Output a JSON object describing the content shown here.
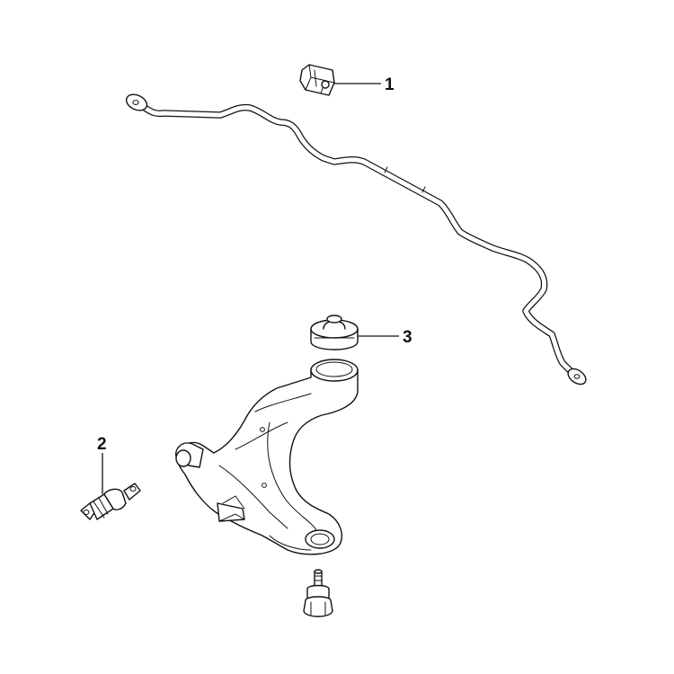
{
  "callouts": [
    {
      "number": "1",
      "part": "stabilizer-bushing"
    },
    {
      "number": "2",
      "part": "control-arm-front-bushing"
    },
    {
      "number": "3",
      "part": "control-arm-rear-bushing"
    }
  ],
  "colors": {
    "line": "#111111",
    "background": "#ffffff"
  }
}
